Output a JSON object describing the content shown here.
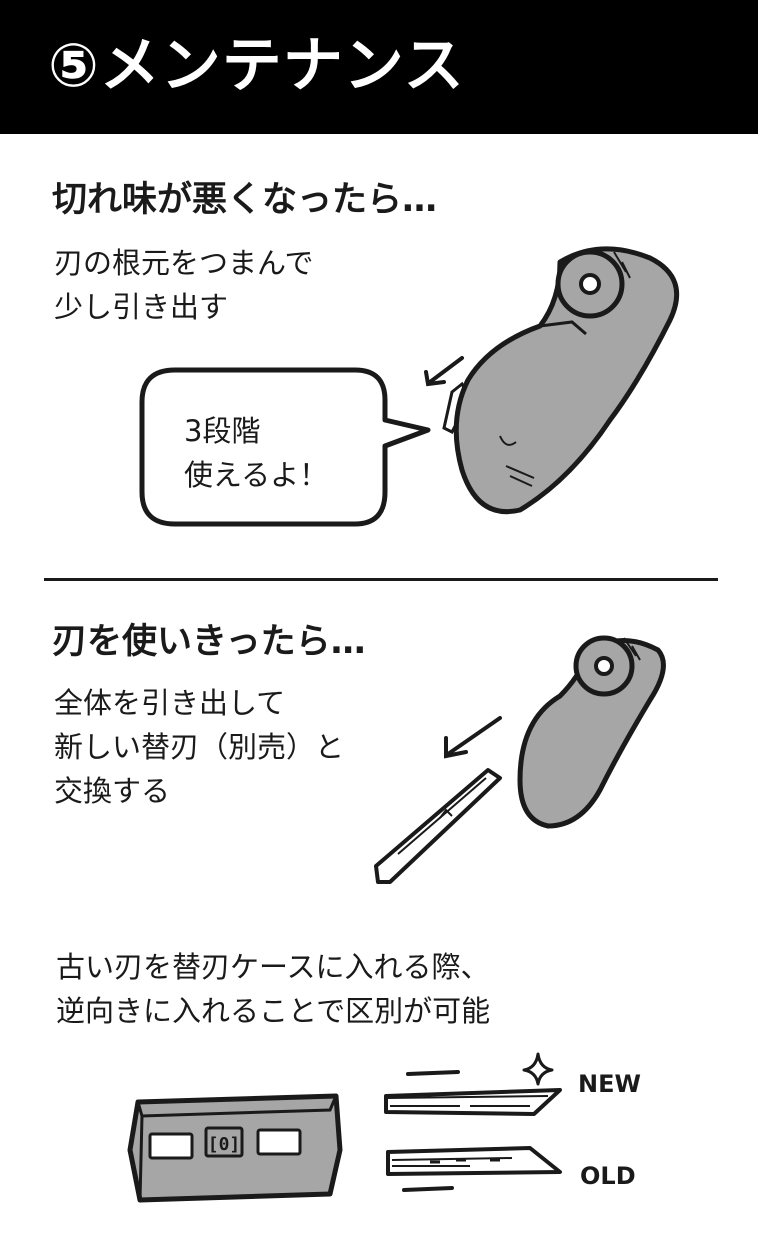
{
  "header": {
    "title": "⑤メンテナンス"
  },
  "section1": {
    "heading": "切れ味が悪くなったら…",
    "lines": [
      "刃の根元をつまんで",
      "少し引き出す"
    ],
    "bubble": [
      "3段階",
      "使えるよ！"
    ]
  },
  "section2": {
    "heading": "刃を使いきったら…",
    "lines": [
      "全体を引き出して",
      "新しい替刃（別売）と",
      "交換する"
    ]
  },
  "section3": {
    "lines": [
      "古い刃を替刃ケースに入れる際、",
      "逆向きに入れることで区別が可能"
    ],
    "labels": {
      "new": "NEW",
      "old": "OLD"
    }
  },
  "colors": {
    "header_bg": "#000000",
    "cutter_gray": "#a6a6a6",
    "ink": "#1a1a1a"
  }
}
